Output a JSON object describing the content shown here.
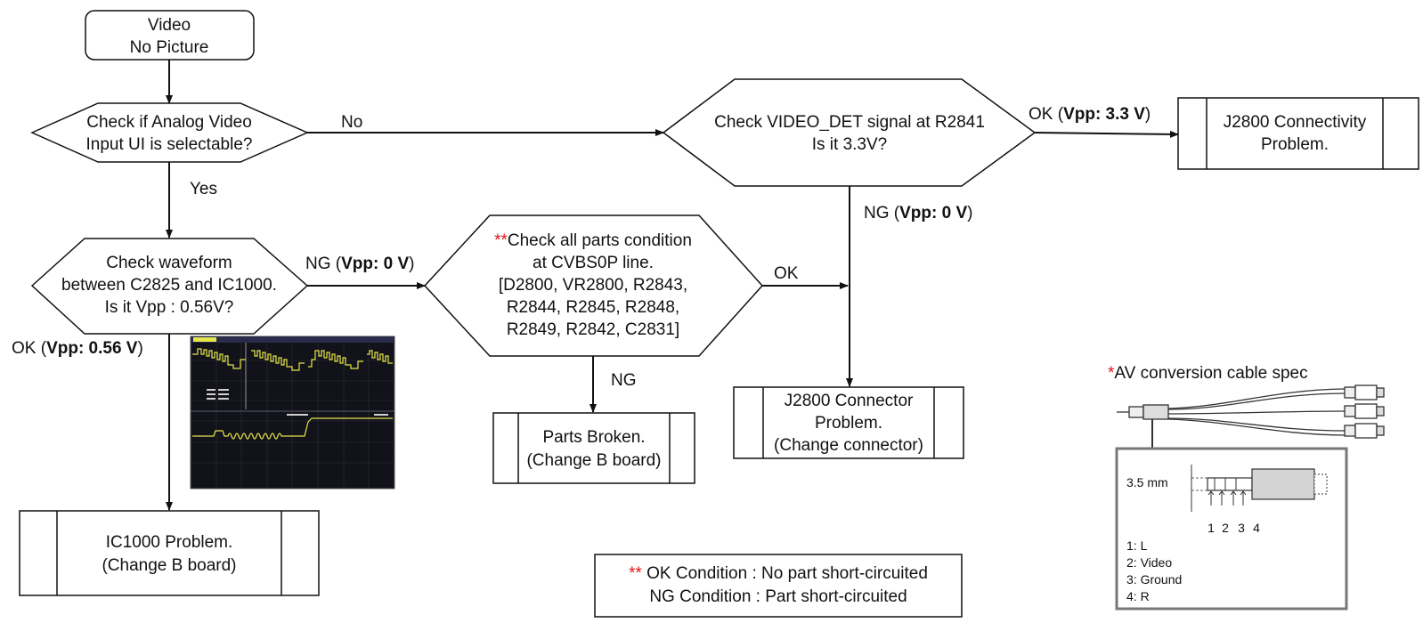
{
  "start": {
    "line1": "Video",
    "line2": "No Picture"
  },
  "decisions": {
    "analog_ui": {
      "line1": "Check if Analog Video",
      "line2": "Input UI is selectable?"
    },
    "video_det": {
      "line1": "Check VIDEO_DET signal at R2841",
      "line2": "Is it 3.3V?"
    },
    "waveform": {
      "line1": "Check waveform",
      "line2": "between C2825 and IC1000.",
      "line3": "Is it Vpp : 0.56V?"
    },
    "parts": {
      "mark": "**",
      "line1": "Check all parts condition",
      "line2": "at CVBS0P line.",
      "line3": "[D2800, VR2800, R2843,",
      "line4": "R2844, R2845, R2848,",
      "line5": "R2849, R2842, C2831]"
    }
  },
  "results": {
    "j2800_connectivity": {
      "line1": "J2800 Connectivity",
      "line2": "Problem."
    },
    "j2800_connector": {
      "line1": "J2800 Connector",
      "line2": "Problem.",
      "line3": "(Change connector)"
    },
    "parts_broken": {
      "line1": "Parts Broken.",
      "line2": "(Change B board)"
    },
    "ic1000": {
      "line1": "IC1000 Problem.",
      "line2": "(Change B board)"
    }
  },
  "edge_labels": {
    "no": "No",
    "yes": "Yes",
    "ok": "OK",
    "ng": "NG",
    "ok_prefix": "OK (",
    "ng_prefix": "NG (",
    "close": ")",
    "vpp_33": "Vpp: 3.3 V",
    "vpp_0": "Vpp: 0 V",
    "vpp_056": "Vpp: 0.56 V"
  },
  "note": {
    "mark": "**",
    "line1": " OK Condition : No part short-circuited",
    "line2": "NG Condition : Part short-circuited"
  },
  "cable_spec": {
    "mark": "*",
    "title": "AV conversion cable spec",
    "size": "3.5 mm",
    "pin_numbers": [
      "1",
      "2",
      "3",
      "4"
    ],
    "pins": [
      "1: L",
      "2: Video",
      "3: Ground",
      "4: R"
    ]
  },
  "colors": {
    "annotation_red": "#e0141a",
    "scope_trace": "#e6e64a",
    "scope_bg": "#12121a"
  }
}
